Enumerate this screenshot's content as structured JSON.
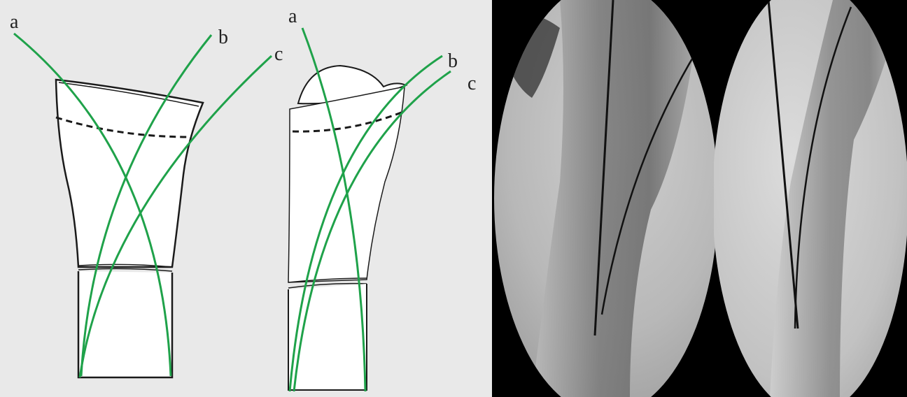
{
  "panels": {
    "ap_diagram": {
      "labels": {
        "a": "a",
        "b": "b",
        "c": "c"
      },
      "colors": {
        "background": "#e9e9e9",
        "wire": "#1fa24a",
        "outline": "#1a1a1a",
        "bone": "#ffffff"
      }
    },
    "lateral_diagram": {
      "labels": {
        "a": "a",
        "b": "b",
        "c": "c"
      }
    },
    "xray_ap": {
      "icon": "xray-radiograph-ap-view"
    },
    "xray_lateral": {
      "icon": "xray-radiograph-lateral-view"
    }
  }
}
